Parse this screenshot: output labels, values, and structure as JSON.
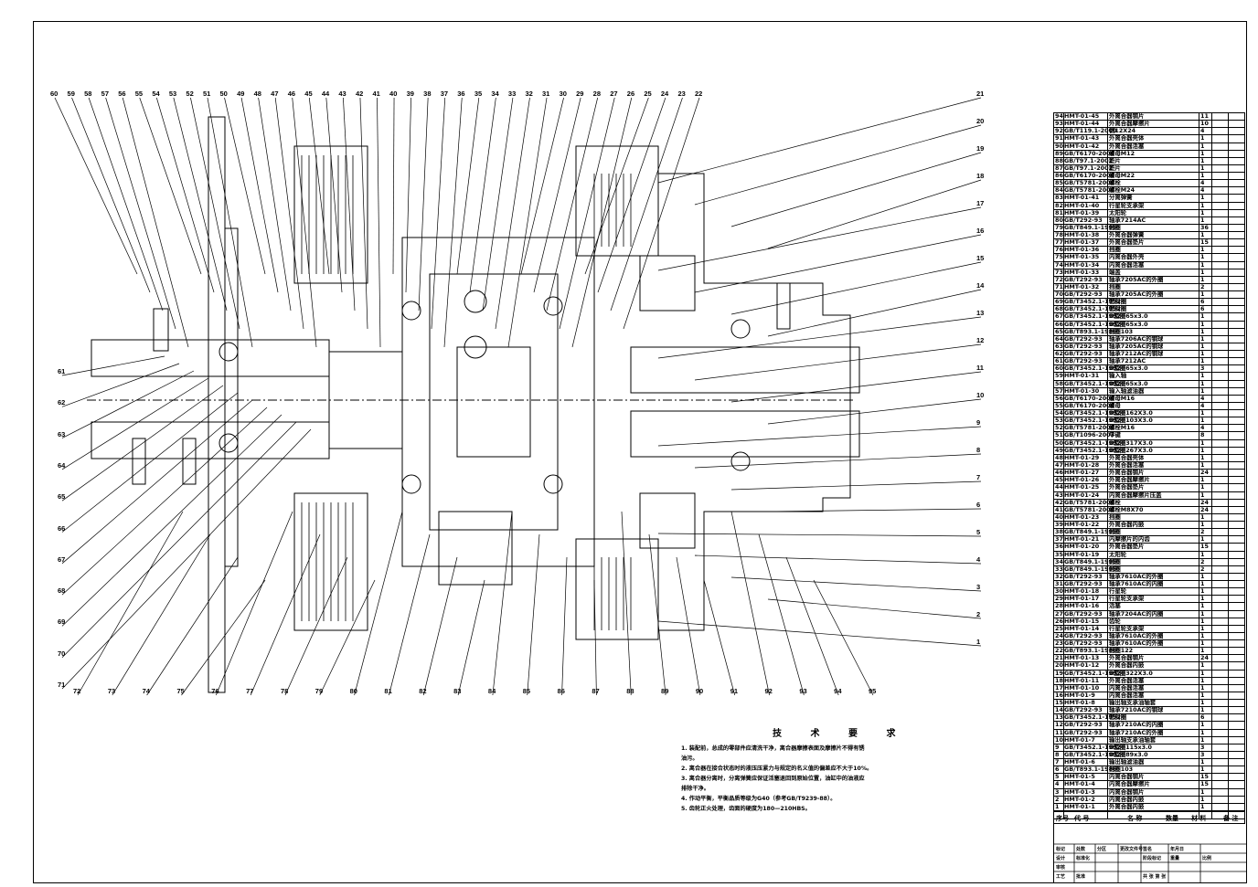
{
  "drawing": {
    "callouts_top": [
      "60",
      "59",
      "58",
      "57",
      "56",
      "55",
      "54",
      "53",
      "52",
      "51",
      "50",
      "49",
      "48",
      "47",
      "46",
      "45",
      "44",
      "43",
      "42",
      "41",
      "40",
      "39",
      "38",
      "37",
      "36",
      "35",
      "34",
      "33",
      "32",
      "31",
      "30",
      "29",
      "28",
      "27",
      "26",
      "25",
      "24",
      "23",
      "22"
    ],
    "callouts_right": [
      "21",
      "20",
      "19",
      "18",
      "17",
      "16",
      "15",
      "14",
      "13",
      "12",
      "11",
      "10",
      "9",
      "8",
      "7",
      "6",
      "5",
      "4",
      "3",
      "2",
      "1"
    ],
    "callouts_left": [
      "61",
      "62",
      "63",
      "64",
      "65",
      "66",
      "67",
      "68",
      "69",
      "70",
      "71"
    ],
    "callouts_bottom": [
      "72",
      "73",
      "74",
      "75",
      "76",
      "77",
      "78",
      "79",
      "80",
      "81",
      "82",
      "83",
      "84",
      "85",
      "86",
      "87",
      "88",
      "89",
      "90",
      "91",
      "92",
      "93",
      "94",
      "95"
    ]
  },
  "tech_requirements": {
    "title": "技 术 要 求",
    "lines": [
      "1. 装配前，总成的零部件应清洗干净，离合器摩擦表面及摩擦片不得有锈",
      "    油污。",
      "2. 离合器在接合状态时的液压压紧力与规定的名义值的偏差应不大于10%。",
      "3. 离合器分离时，分离弹簧应保证活塞退回到原始位置，油缸中的油液应",
      "    排除干净。",
      "4. 作动平衡，平衡品质等级为G40（参考GB/T9239-88）。",
      "5. 齿轮正火处理，齿面的硬度为180—210HBS。"
    ]
  },
  "bom": {
    "rows": [
      [
        "94",
        "HMT-01-45",
        "外离合器钢片",
        "11"
      ],
      [
        "93",
        "HMT-01-44",
        "外离合器摩擦片",
        "10"
      ],
      [
        "92",
        "GB/T119.1-2000",
        "销12X24",
        "4"
      ],
      [
        "91",
        "HMT-01-43",
        "外离合器壳体",
        "1"
      ],
      [
        "90",
        "HMT-01-42",
        "外离合器活塞",
        "1"
      ],
      [
        "89",
        "GB/T6170-2000",
        "螺母M12",
        "1"
      ],
      [
        "88",
        "GB/T97.1-2002",
        "垫片",
        "1"
      ],
      [
        "87",
        "GB/T97.1-2002",
        "垫片",
        "1"
      ],
      [
        "86",
        "GB/T6170-2000",
        "螺母M22",
        "1"
      ],
      [
        "85",
        "GB/T5781-2000",
        "螺栓",
        "4"
      ],
      [
        "84",
        "GB/T5781-2000",
        "螺栓M24",
        "4"
      ],
      [
        "83",
        "HMT-01-41",
        "分离弹簧",
        "1"
      ],
      [
        "82",
        "HMT-01-40",
        "行星轮支承架",
        "1"
      ],
      [
        "81",
        "HMT-01-39",
        "太阳轮",
        "1"
      ],
      [
        "80",
        "GB/T292-93",
        "轴承7214AC",
        "1"
      ],
      [
        "79",
        "GB/T849.1-1995",
        "挡圈",
        "36"
      ],
      [
        "78",
        "HMT-01-38",
        "外离合器弹簧",
        "1"
      ],
      [
        "77",
        "HMT-01-37",
        "外离合器垫片",
        "15"
      ],
      [
        "76",
        "HMT-01-36",
        "挡圈",
        "1"
      ],
      [
        "75",
        "HMT-01-35",
        "内离合器外壳",
        "1"
      ],
      [
        "74",
        "HMT-01-34",
        "内离合器活塞",
        "1"
      ],
      [
        "73",
        "HMT-01-33",
        "端盖",
        "1"
      ],
      [
        "72",
        "GB/T292-93",
        "轴承7205AC的外圈",
        "1"
      ],
      [
        "71",
        "HMT-01-32",
        "挡圈",
        "2"
      ],
      [
        "70",
        "GB/T292-93",
        "轴承7205AC的外圈",
        "1"
      ],
      [
        "69",
        "GB/T3452.1-1992",
        "密封圈",
        "6"
      ],
      [
        "68",
        "GB/T3452.1-1992",
        "密封圈",
        "6"
      ],
      [
        "67",
        "GB/T3452.1-1992",
        "O型圈65x3.0",
        "1"
      ],
      [
        "66",
        "GB/T3452.1-1992",
        "O型圈65x3.0",
        "1"
      ],
      [
        "65",
        "GB/T893.1-1986",
        "挡圈103",
        "1"
      ],
      [
        "64",
        "GB/T292-93",
        "轴承7206AC的钢球",
        "1"
      ],
      [
        "63",
        "GB/T292-93",
        "轴承7205AC的钢球",
        "1"
      ],
      [
        "62",
        "GB/T292-93",
        "轴承7212AC的钢球",
        "1"
      ],
      [
        "61",
        "GB/T292-93",
        "轴承7212AC",
        "1"
      ],
      [
        "60",
        "GB/T3452.1-1992",
        "O型圈65x3.0",
        "3"
      ],
      [
        "59",
        "HMT-01-31",
        "输入轴",
        "1"
      ],
      [
        "58",
        "GB/T3452.1-1992",
        "O型圈65x3.0",
        "1"
      ],
      [
        "57",
        "HMT-01-30",
        "输入轴滤油器",
        "1"
      ],
      [
        "56",
        "GB/T6170-2000",
        "螺母M16",
        "4"
      ],
      [
        "55",
        "GB/T6170-2000",
        "螺母",
        "4"
      ],
      [
        "54",
        "GB/T3452.1-1992",
        "O型圈162X3.0",
        "1"
      ],
      [
        "53",
        "GB/T3452.1-1992",
        "O型圈103X3.0",
        "1"
      ],
      [
        "52",
        "GB/T5781-2000",
        "螺栓M16",
        "4"
      ],
      [
        "51",
        "GB/T1096-2003",
        "平键",
        "8"
      ],
      [
        "50",
        "GB/T3452.1-1992",
        "O型圈317X3.0",
        "1"
      ],
      [
        "49",
        "GB/T3452.1-1992",
        "O型圈267X3.0",
        "1"
      ],
      [
        "48",
        "HMT-01-29",
        "外离合器壳体",
        "1"
      ],
      [
        "47",
        "HMT-01-28",
        "外离合器活塞",
        "1"
      ],
      [
        "46",
        "HMT-01-27",
        "外离合器钢片",
        "24"
      ],
      [
        "45",
        "HMT-01-26",
        "外离合器摩擦片",
        "1"
      ],
      [
        "44",
        "HMT-01-25",
        "外离合器垫片",
        "1"
      ],
      [
        "43",
        "HMT-01-24",
        "内离合器摩擦片压盖",
        "1"
      ],
      [
        "42",
        "GB/T5781-2000",
        "螺栓",
        "24"
      ],
      [
        "41",
        "GB/T5781-2000",
        "螺栓M8X70",
        "24"
      ],
      [
        "40",
        "HMT-01-23",
        "挡圈",
        "1"
      ],
      [
        "39",
        "HMT-01-22",
        "外离合器内鼓",
        "1"
      ],
      [
        "38",
        "GB/T849.1-1995",
        "挡圈",
        "2"
      ],
      [
        "37",
        "HMT-01-21",
        "内摩擦片的内齿",
        "1"
      ],
      [
        "36",
        "HMT-01-20",
        "外离合器垫片",
        "15"
      ],
      [
        "35",
        "HMT-01-19",
        "太阳轮",
        "1"
      ],
      [
        "34",
        "GB/T849.1-1995",
        "挡圈",
        "2"
      ],
      [
        "33",
        "GB/T849.1-1995",
        "挡圈",
        "2"
      ],
      [
        "32",
        "GB/T292-93",
        "轴承7610AC的外圈",
        "1"
      ],
      [
        "31",
        "GB/T292-93",
        "轴承7610AC的内圈",
        "1"
      ],
      [
        "30",
        "HMT-01-18",
        "行星轮",
        "1"
      ],
      [
        "29",
        "HMT-01-17",
        "行星轮支承架",
        "1"
      ],
      [
        "28",
        "HMT-01-16",
        "活塞",
        "1"
      ],
      [
        "27",
        "GB/T292-93",
        "轴承7204AC的内圈",
        "1"
      ],
      [
        "26",
        "HMT-01-15",
        "齿轮",
        "1"
      ],
      [
        "25",
        "HMT-01-14",
        "行星轮支承架",
        "1"
      ],
      [
        "24",
        "GB/T292-93",
        "轴承7610AC的外圈",
        "1"
      ],
      [
        "23",
        "GB/T292-93",
        "轴承7610AC的外圈",
        "1"
      ],
      [
        "22",
        "GB/T893.1-1986",
        "挡圈122",
        "1"
      ],
      [
        "21",
        "HMT-01-13",
        "外离合器钢片",
        "24"
      ],
      [
        "20",
        "HMT-01-12",
        "外离合器内鼓",
        "1"
      ],
      [
        "19",
        "GB/T3452.1-1992",
        "O型圈322X3.0",
        "1"
      ],
      [
        "18",
        "HMT-01-11",
        "外离合器活塞",
        "1"
      ],
      [
        "17",
        "HMT-01-10",
        "内离合器活塞",
        "1"
      ],
      [
        "16",
        "HMT-01-9",
        "内离合器活塞",
        "1"
      ],
      [
        "15",
        "HMT-01-8",
        "输出轴支承油轴套",
        "1"
      ],
      [
        "14",
        "GB/T292-93",
        "轴承7210AC的钢球",
        "1"
      ],
      [
        "13",
        "GB/T3452.1-1992",
        "密封圈",
        "6"
      ],
      [
        "12",
        "GB/T292-93",
        "轴承7210AC的内圈",
        "1"
      ],
      [
        "11",
        "GB/T292-93",
        "轴承7210AC的外圈",
        "1"
      ],
      [
        "10",
        "HMT-01-7",
        "输出轴支承油轴套",
        "1"
      ],
      [
        "9",
        "GB/T3452.1-1992",
        "O型圈115x3.0",
        "3"
      ],
      [
        "8",
        "GB/T3452.1-1992",
        "O型圈89x3.0",
        "3"
      ],
      [
        "7",
        "HMT-01-6",
        "输出轴滤油器",
        "1"
      ],
      [
        "6",
        "GB/T893.1-1986",
        "挡圈103",
        "1"
      ],
      [
        "5",
        "HMT-01-5",
        "内离合器钢片",
        "15"
      ],
      [
        "4",
        "HMT-01-4",
        "内离合器摩擦片",
        "15"
      ],
      [
        "3",
        "HMT-01-3",
        "内离合器钢片",
        "1"
      ],
      [
        "2",
        "HMT-01-2",
        "内离合器内鼓",
        "1"
      ],
      [
        "1",
        "HMT-01-1",
        "外离合器内鼓",
        "1"
      ]
    ],
    "header": {
      "no": "序号",
      "code": "代 号",
      "name": "名 称",
      "qty": "数量",
      "material": "材 料",
      "note": "备 注"
    }
  },
  "title_block": {
    "cells": [
      "标记",
      "处数",
      "分区",
      "更改文件号",
      "签名",
      "年月日",
      "设计",
      "标准化",
      "阶段标记",
      "重量",
      "比例",
      "审核",
      "工艺",
      "批准",
      "共 张 第 张"
    ]
  }
}
